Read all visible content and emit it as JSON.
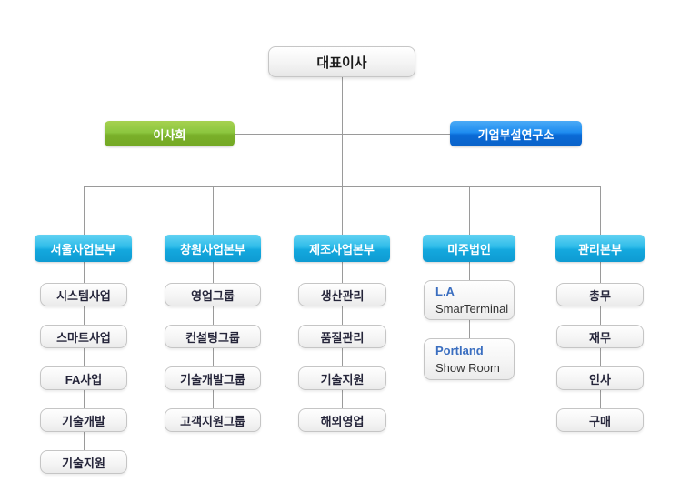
{
  "org": {
    "root": {
      "label": "대표이사"
    },
    "level2": [
      {
        "label": "이사회"
      },
      {
        "label": "기업부설연구소"
      }
    ],
    "divisions": [
      {
        "label": "서울사업본부",
        "items": [
          {
            "text": "시스템사업"
          },
          {
            "text": "스마트사업"
          },
          {
            "text": "FA사업"
          },
          {
            "text": "기술개발"
          },
          {
            "text": "기술지원"
          }
        ]
      },
      {
        "label": "창원사업본부",
        "items": [
          {
            "text": "영업그룹"
          },
          {
            "text": "컨설팅그룹"
          },
          {
            "text": "기술개발그룹"
          },
          {
            "text": "고객지원그룹"
          }
        ]
      },
      {
        "label": "제조사업본부",
        "items": [
          {
            "text": "생산관리"
          },
          {
            "text": "품질관리"
          },
          {
            "text": "기술지원"
          },
          {
            "text": "해외영업"
          }
        ]
      },
      {
        "label": "미주법인",
        "items": [
          {
            "line1": "L.A",
            "line2": "SmarTerminal"
          },
          {
            "line1": "Portland",
            "line2": "Show Room"
          }
        ]
      },
      {
        "label": "관리본부",
        "items": [
          {
            "text": "총무"
          },
          {
            "text": "재무"
          },
          {
            "text": "인사"
          },
          {
            "text": "구매"
          }
        ]
      }
    ],
    "colors": {
      "board_green": "#8cc63f",
      "research_blue": "#1180e8",
      "division_cyan": "#1faede",
      "sub_box_border": "#c5c5c5",
      "connector_gray": "#9a9a9a",
      "link_blue": "#3a6ec0"
    }
  }
}
